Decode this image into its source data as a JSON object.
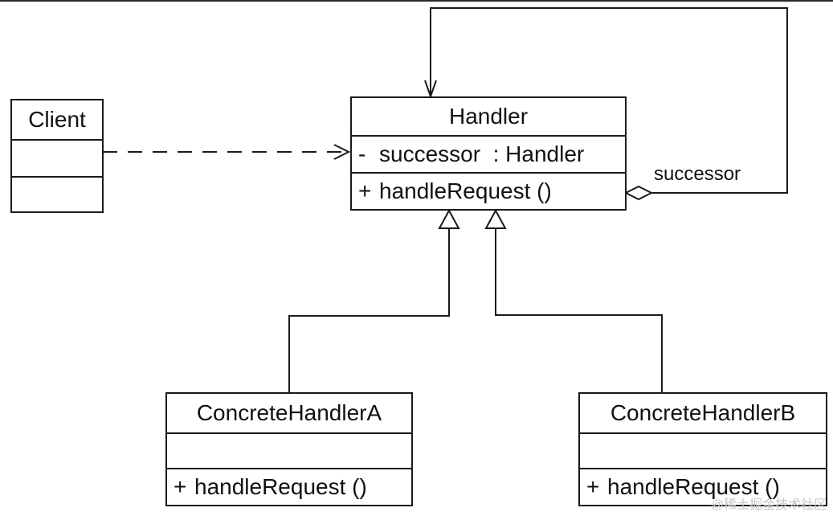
{
  "diagram": {
    "client": {
      "name": "Client"
    },
    "handler": {
      "name": "Handler",
      "attribute": {
        "visibility": "-",
        "text": "successor  : Handler"
      },
      "operation": {
        "visibility": "+",
        "text": "handleRequest ()"
      }
    },
    "concrete_a": {
      "name": "ConcreteHandlerA",
      "operation": {
        "visibility": "+",
        "text": "handleRequest ()"
      }
    },
    "concrete_b": {
      "name": "ConcreteHandlerB",
      "operation": {
        "visibility": "+",
        "text": "handleRequest ()"
      }
    },
    "self_association_label": "successor",
    "watermark": "@稀土掘金技术社区"
  }
}
